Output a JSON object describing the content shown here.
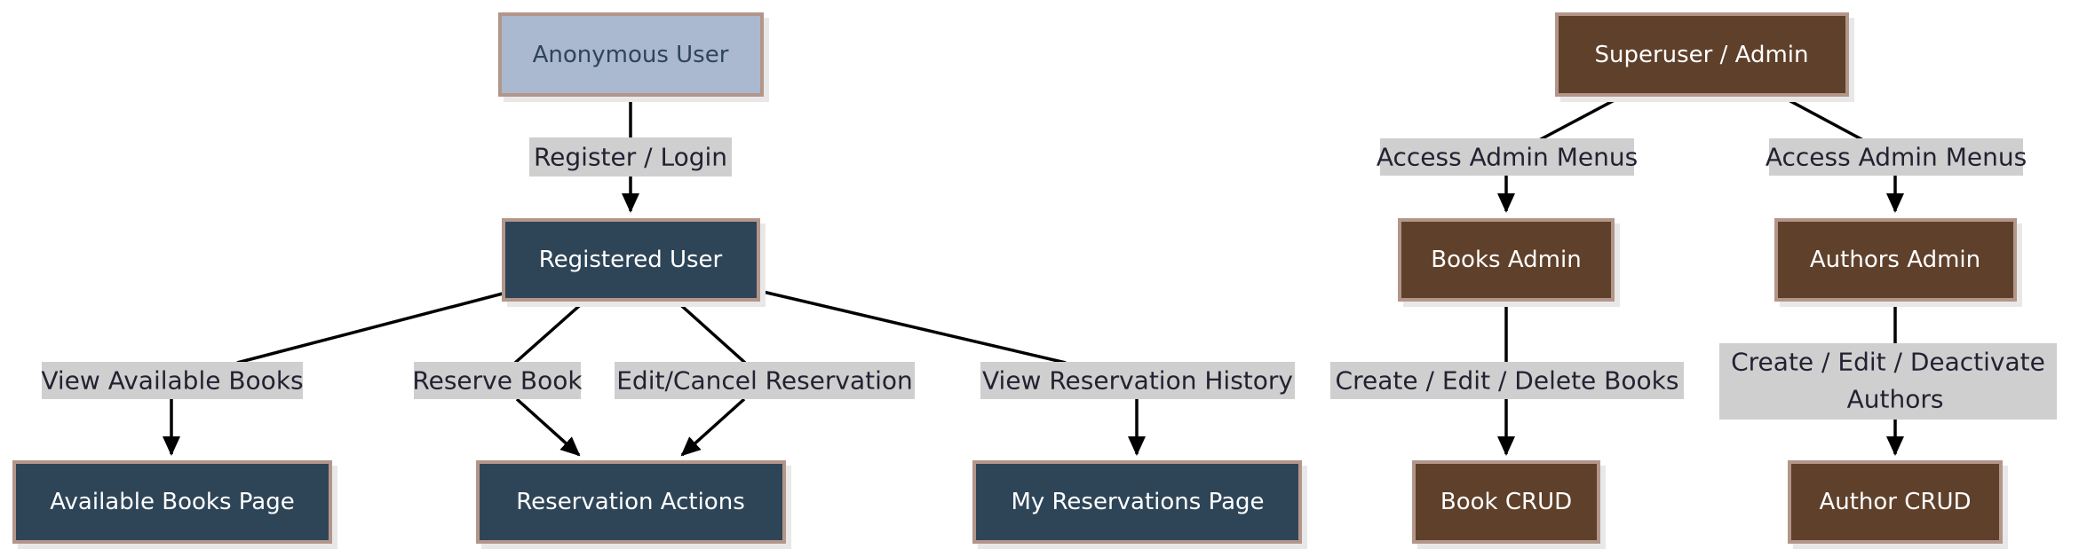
{
  "colors": {
    "anonymous_fill": "#aab9cf",
    "anonymous_text": "#2f4559",
    "registered_fill": "#2f4559",
    "admin_fill": "#5e3f2c",
    "light_text": "#ffffff",
    "node_border": "#b3968a",
    "edge": "#000000",
    "edge_label_bg": "#cfcfcf",
    "edge_label_text": "#222233"
  },
  "nodes": {
    "anonymous_user": "Anonymous User",
    "registered_user": "Registered User",
    "available_books_page": "Available Books Page",
    "reservation_actions": "Reservation Actions",
    "my_reservations_page": "My Reservations Page",
    "superuser_admin": "Superuser / Admin",
    "books_admin": "Books Admin",
    "authors_admin": "Authors Admin",
    "book_crud": "Book CRUD",
    "author_crud": "Author CRUD"
  },
  "edges": {
    "register_login": "Register / Login",
    "view_available_books": "View Available Books",
    "reserve_book": "Reserve Book",
    "edit_cancel_reservation": "Edit/Cancel Reservation",
    "view_reservation_history": "View Reservation History",
    "access_admin_menus_books": "Access Admin Menus",
    "access_admin_menus_authors": "Access Admin Menus",
    "create_edit_delete_books": "Create / Edit / Delete Books",
    "create_edit_deactivate_authors_line1": "Create / Edit / Deactivate",
    "create_edit_deactivate_authors_line2": "Authors"
  }
}
